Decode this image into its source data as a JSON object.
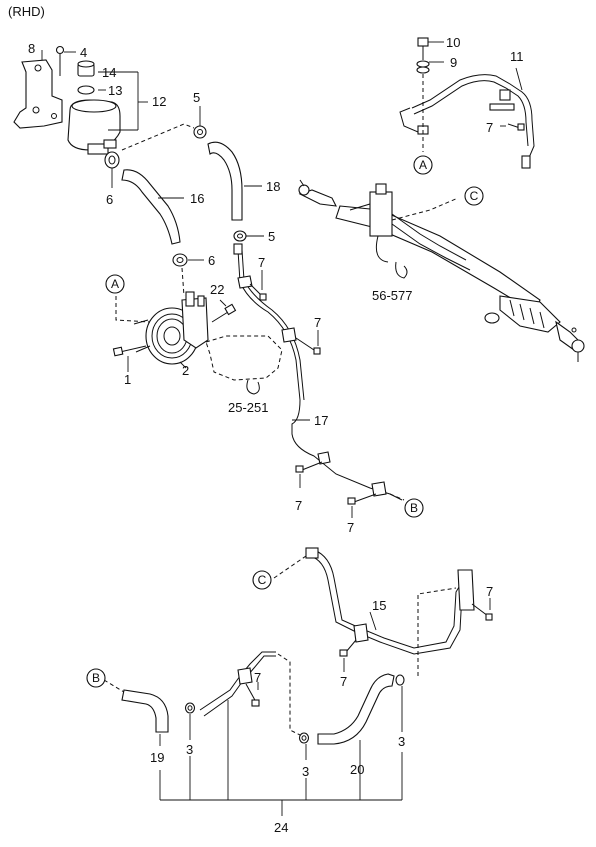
{
  "header": {
    "variant": "(RHD)"
  },
  "labels": {
    "p1": "1",
    "p2": "2",
    "p3a": "3",
    "p3b": "3",
    "p3c": "3",
    "p4": "4",
    "p5a": "5",
    "p5b": "5",
    "p6a": "6",
    "p6b": "6",
    "p7a": "7",
    "p7b": "7",
    "p7c": "7",
    "p7d": "7",
    "p7e": "7",
    "p7f": "7",
    "p7g": "7",
    "p7h": "7",
    "p8": "8",
    "p9": "9",
    "p10": "10",
    "p11": "11",
    "p12": "12",
    "p13": "13",
    "p14": "14",
    "p15": "15",
    "p16": "16",
    "p17": "17",
    "p18": "18",
    "p19": "19",
    "p20": "20",
    "p22": "22",
    "p24": "24",
    "ref_gear": "56-577",
    "ref_pump": "25-251"
  },
  "callouts": {
    "a1": "A",
    "a2": "A",
    "b1": "B",
    "b2": "B",
    "c1": "C",
    "c2": "C"
  }
}
